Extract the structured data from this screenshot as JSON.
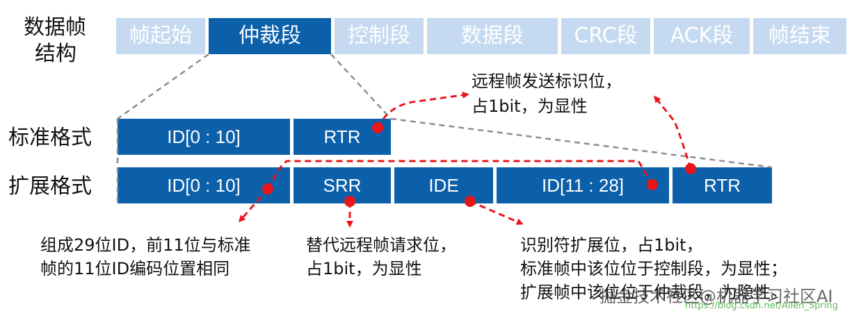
{
  "labels": {
    "frame_structure_line1": "数据帧",
    "frame_structure_line2": "结构",
    "standard_format": "标准格式",
    "extended_format": "扩展格式"
  },
  "frame_segments": [
    "帧起始",
    "仲裁段",
    "控制段",
    "数据段",
    "CRC段",
    "ACK段",
    "帧结束"
  ],
  "standard_fields": [
    "ID[0 : 10]",
    "RTR"
  ],
  "extended_fields": [
    "ID[0 : 10]",
    "SRR",
    "IDE",
    "ID[11 : 28]",
    "RTR"
  ],
  "notes": {
    "rtr_line1": "远程帧发送标识位，",
    "rtr_line2": "占1bit，为显性",
    "id_line1": "组成29位ID，前11位与标准",
    "id_line2": "帧的11位ID编码位置相同",
    "srr_line1": "替代远程帧请求位，",
    "srr_line2": "占1bit，为显性",
    "ide_line1": "识别符扩展位，占1bit，",
    "ide_line2": "标准帧中该位位于控制段，为显性；",
    "ide_line3": "扩展帧中该位位于仲裁段，为隐性。"
  },
  "watermark": {
    "text": "掘金技术社区@机器学习社区AI",
    "url": "https://blog.csdn.net/Allen_Spring"
  },
  "colors": {
    "active_blue": "#0c5fa9",
    "light_blue": "#c5daf0",
    "annotation_red": "#e8161b",
    "guide_gray": "#8c8c8c"
  }
}
